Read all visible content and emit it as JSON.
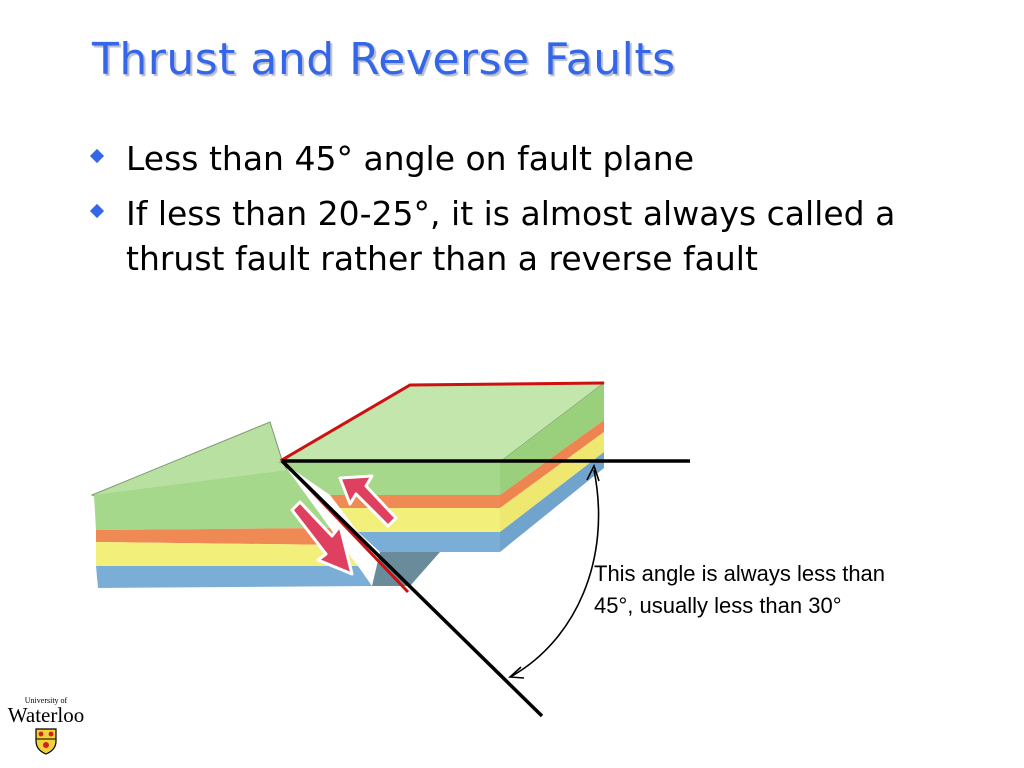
{
  "slide": {
    "title": "Thrust and Reverse Faults",
    "bullets": [
      "Less than 45° angle on fault plane",
      "If less than 20-25°, it is almost always called a thrust fault rather than a reverse fault"
    ]
  },
  "diagram": {
    "caption_line1": "This angle is always less than",
    "caption_line2": "45°, usually less than 30°",
    "colors": {
      "green_layer": "#a5d88a",
      "orange_layer": "#f08a55",
      "yellow_layer": "#f2f07a",
      "blue_layer": "#7aaed6",
      "fault_trace": "#cc1111",
      "arrows": "#e04060"
    }
  },
  "logo": {
    "small_text": "University of",
    "big_text": "Waterloo"
  }
}
